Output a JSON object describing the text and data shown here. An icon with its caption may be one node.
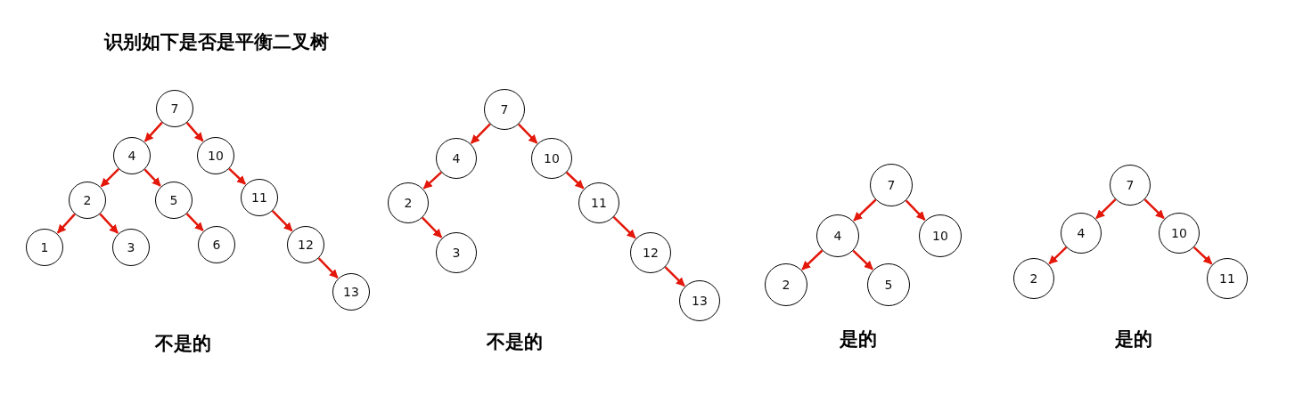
{
  "diagram": {
    "title": "识别如下是否是平衡二叉树",
    "nodes": [
      {
        "text": [
          "7"
        ]
      },
      {
        "text": [
          "4"
        ]
      },
      {
        "text": [
          "10"
        ]
      },
      {
        "text": [
          "2"
        ]
      },
      {
        "text": [
          "5"
        ]
      },
      {
        "text": [
          "11"
        ]
      },
      {
        "text": [
          "1"
        ]
      },
      {
        "text": [
          "3"
        ]
      },
      {
        "text": [
          "6"
        ]
      },
      {
        "text": [
          "12"
        ]
      },
      {
        "text": [
          "13"
        ]
      },
      {
        "text": [
          "7"
        ]
      },
      {
        "text": [
          "4"
        ]
      },
      {
        "text": [
          "10"
        ]
      },
      {
        "text": [
          "2"
        ]
      },
      {
        "text": [
          "11"
        ]
      },
      {
        "text": [
          "3"
        ]
      },
      {
        "text": [
          "12"
        ]
      },
      {
        "text": [
          "13"
        ]
      },
      {
        "text": [
          "7"
        ]
      },
      {
        "text": [
          "4"
        ]
      },
      {
        "text": [
          "10"
        ]
      },
      {
        "text": [
          "2"
        ]
      },
      {
        "text": [
          "5"
        ]
      },
      {
        "text": [
          "7"
        ]
      },
      {
        "text": [
          "4"
        ]
      },
      {
        "text": [
          "10"
        ]
      },
      {
        "text": [
          "2"
        ]
      },
      {
        "text": [
          "11"
        ]
      }
    ],
    "edges": [
      {
        "from": 0,
        "to": 1,
        "arrow": "to"
      },
      {
        "from": 0,
        "to": 2,
        "arrow": "to"
      },
      {
        "from": 1,
        "to": 3,
        "arrow": "to"
      },
      {
        "from": 1,
        "to": 4,
        "arrow": "to"
      },
      {
        "from": 2,
        "to": 5,
        "arrow": "to"
      },
      {
        "from": 3,
        "to": 6,
        "arrow": "to"
      },
      {
        "from": 3,
        "to": 7,
        "arrow": "to"
      },
      {
        "from": 4,
        "to": 8,
        "arrow": "to"
      },
      {
        "from": 5,
        "to": 9,
        "arrow": "to"
      },
      {
        "from": 9,
        "to": 10,
        "arrow": "to"
      },
      {
        "from": 11,
        "to": 12,
        "arrow": "to"
      },
      {
        "from": 11,
        "to": 13,
        "arrow": "to"
      },
      {
        "from": 12,
        "to": 14,
        "arrow": "to"
      },
      {
        "from": 13,
        "to": 15,
        "arrow": "to"
      },
      {
        "from": 14,
        "to": 16,
        "arrow": "to"
      },
      {
        "from": 15,
        "to": 17,
        "arrow": "to"
      },
      {
        "from": 17,
        "to": 18,
        "arrow": "to"
      },
      {
        "from": 19,
        "to": 20,
        "arrow": "to"
      },
      {
        "from": 19,
        "to": 21,
        "arrow": "to"
      },
      {
        "from": 20,
        "to": 22,
        "arrow": "to"
      },
      {
        "from": 20,
        "to": 23,
        "arrow": "to"
      },
      {
        "from": 24,
        "to": 25,
        "arrow": "to"
      },
      {
        "from": 24,
        "to": 26,
        "arrow": "to"
      },
      {
        "from": 25,
        "to": 27,
        "arrow": "to"
      },
      {
        "from": 26,
        "to": 28,
        "arrow": "to"
      }
    ],
    "labels": [
      "不是的",
      "不是的",
      "是的",
      "是的"
    ]
  }
}
